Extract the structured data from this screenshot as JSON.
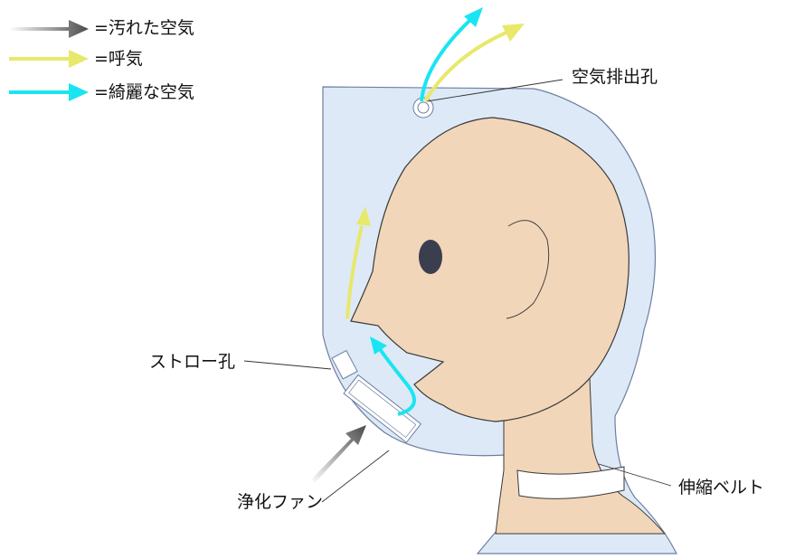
{
  "legend": {
    "items": [
      {
        "text": "=汚れた空気",
        "color": "#4a4a4a"
      },
      {
        "text": "=呼気",
        "color": "#e8e86a"
      },
      {
        "text": "=綺麗な空気",
        "color": "#19e5f2"
      }
    ]
  },
  "labels": {
    "exhaust_hole": "空気排出孔",
    "straw_hole": "ストロー孔",
    "purify_fan": "浄化ファン",
    "elastic_belt": "伸縮ベルト"
  },
  "colors": {
    "hood_fill": "#dde9f7",
    "hood_stroke": "#6d7fa0",
    "skin": "#f2d6b9",
    "skin_stroke": "#3a3a3a",
    "eye": "#3b3e4f",
    "exhale": "#e8e86a",
    "clean_air": "#19e5f2",
    "dirty_air": "#4a4a4a"
  }
}
